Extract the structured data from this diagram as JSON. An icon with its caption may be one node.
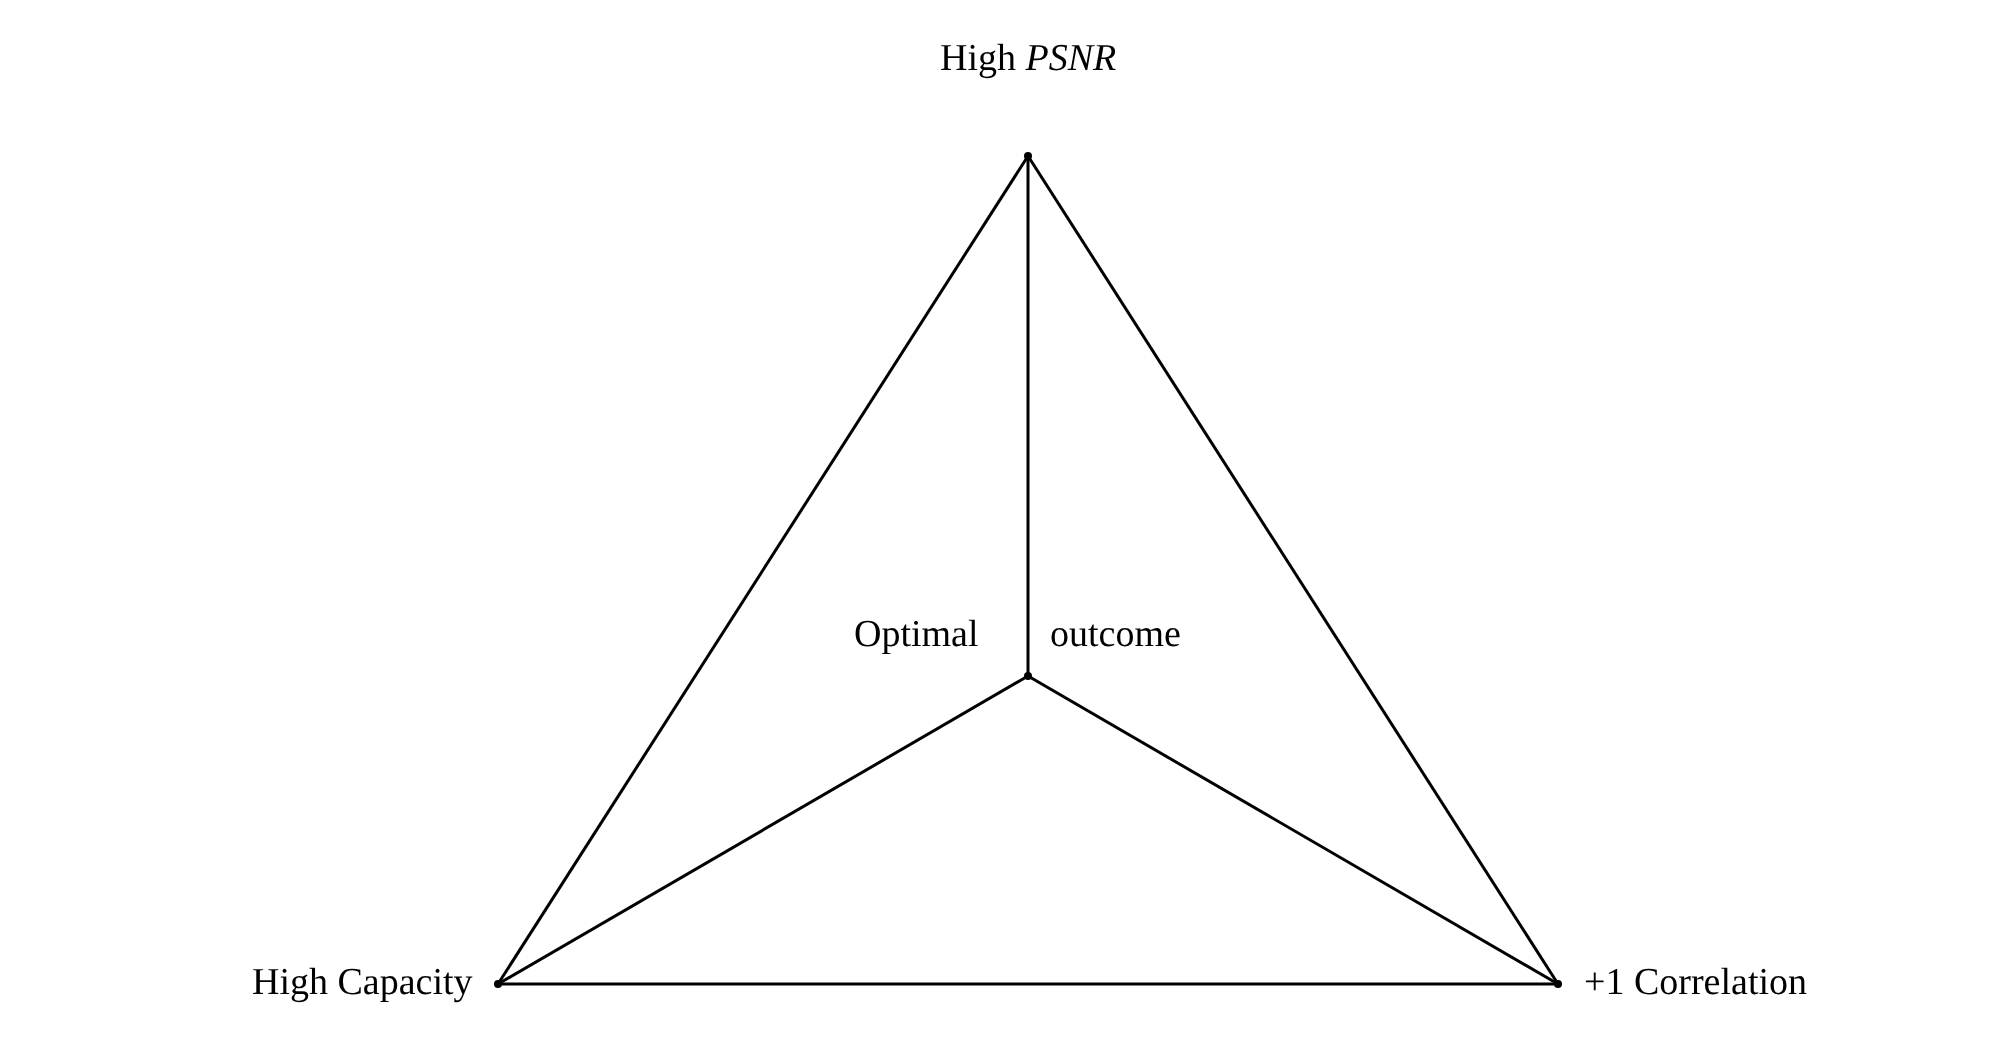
{
  "diagram": {
    "nodes": [
      {
        "text": [],
        "shape": "point",
        "beside": [
          "High *PSNR*"
        ]
      },
      {
        "text": [],
        "shape": "point",
        "beside": [
          "High Capacity"
        ]
      },
      {
        "text": [],
        "shape": "point",
        "beside": [
          "+1 Correlation"
        ]
      },
      {
        "text": [],
        "shape": "point"
      }
    ],
    "edges": [
      {
        "from": 0,
        "to": 1,
        "arrow": "none"
      },
      {
        "from": 0,
        "to": 2,
        "arrow": "none"
      },
      {
        "from": 1,
        "to": 2,
        "arrow": "none"
      },
      {
        "from": 3,
        "to": 0,
        "arrow": "none"
      },
      {
        "from": 3,
        "to": 1,
        "arrow": "none"
      },
      {
        "from": 3,
        "to": 2,
        "arrow": "none"
      }
    ],
    "labels": [
      "Optimal",
      "outcome"
    ]
  }
}
